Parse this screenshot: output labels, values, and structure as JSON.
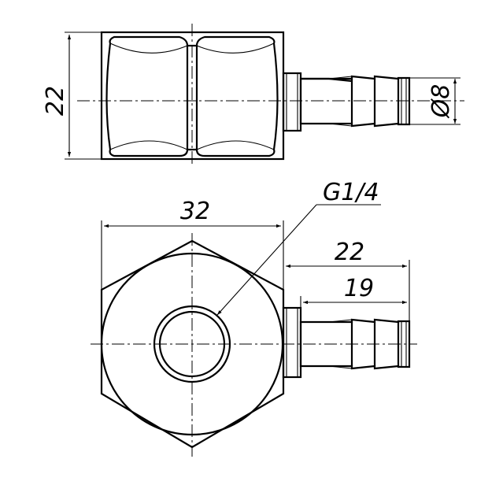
{
  "dimensions": {
    "top_height": "22",
    "top_diameter": "Ø8",
    "hex_width": "32",
    "thread": "G1/4",
    "length_total": "22",
    "length_nipple": "19"
  }
}
